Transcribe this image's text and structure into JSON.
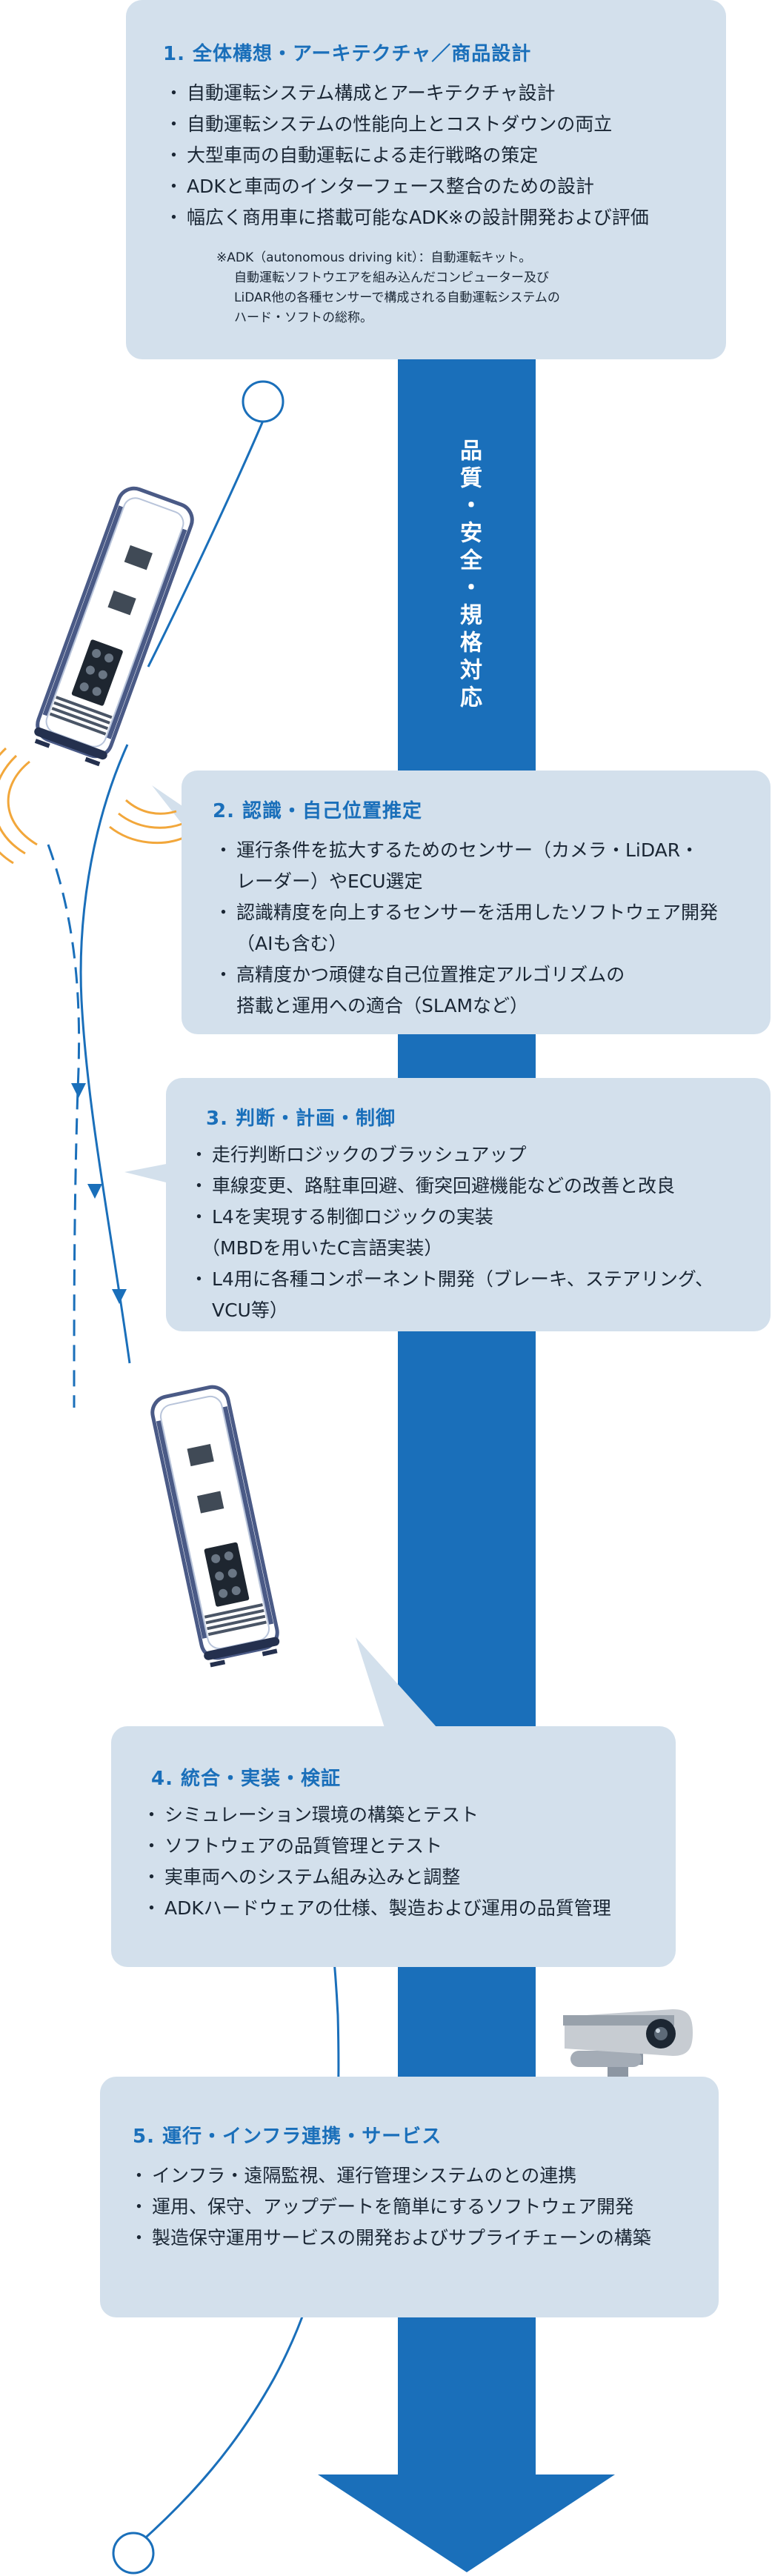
{
  "center_axis_label": "品質・安全・規格対応",
  "colors": {
    "arrow": "#1a6fba",
    "box": "#d3e0ec",
    "heading": "#1a6fba",
    "path": "#1a6fba",
    "radar_waves": "#f2a73b"
  },
  "sections": [
    {
      "title": "1. 全体構想・アーキテクチャ／商品設計",
      "items": [
        "自動運転システム構成とアーキテクチャ設計",
        "自動運転システムの性能向上とコストダウンの両立",
        "大型車両の自動運転による走行戦略の策定",
        "ADKと車両のインターフェース整合のための設計",
        "幅広く商用車に搭載可能なADK※の設計開発および評価"
      ],
      "note_lines": [
        "※ADK（autonomous driving kit）：自動運転キット。",
        "自動運転ソフトウエアを組み込んだコンピューター及び",
        "LiDAR他の各種センサーで構成される自動運転システムの",
        "ハード・ソフトの総称。"
      ]
    },
    {
      "title": "2. 認識・自己位置推定",
      "items": [
        "運行条件を拡大するためのセンサー（カメラ・LiDAR・",
        "レーダー）やECU選定",
        "認識精度を向上するセンサーを活用したソフトウェア開発",
        "（AIも含む）",
        "高精度かつ頑健な自己位置推定アルゴリズムの",
        "搭載と運用への適合（SLAMなど）"
      ]
    },
    {
      "title": "3. 判断・計画・制御",
      "items": [
        "走行判断ロジックのブラッシュアップ",
        "車線変更、路駐車回避、衝突回避機能などの改善と改良",
        "L4を実現する制御ロジックの実装",
        "（MBDを用いたC言語実装）",
        "L4用に各種コンポーネント開発（ブレーキ、ステアリング、",
        "VCU等）"
      ]
    },
    {
      "title": "4. 統合・実装・検証",
      "items": [
        "シミュレーション環境の構築とテスト",
        "ソフトウェアの品質管理とテスト",
        "実車両へのシステム組み込みと調整",
        "ADKハードウェアの仕様、製造および運用の品質管理"
      ]
    },
    {
      "title": "5. 運行・インフラ連携・サービス",
      "items": [
        "インフラ・遠隔監視、運行管理システムのとの連携",
        "運用、保守、アップデートを簡単にするソフトウェア開発",
        "製造保守運用サービスの開発およびサプライチェーンの構築"
      ]
    }
  ]
}
